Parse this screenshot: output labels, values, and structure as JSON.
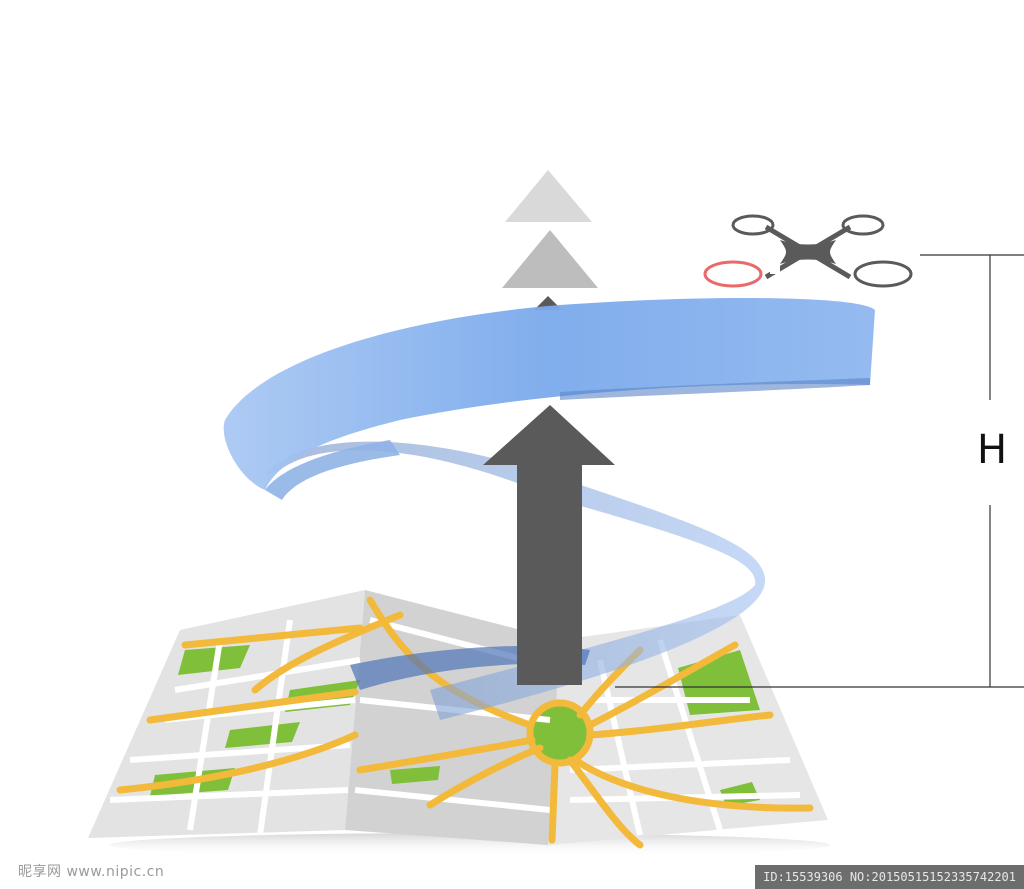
{
  "diagram": {
    "height_label": "H",
    "colors": {
      "ribbon": "#7aa9ec",
      "arrow": "#5a5a5a",
      "chevron_light": "#d9d9d9",
      "chevron_mid": "#bdbdbd",
      "map_paper": "#dcdcdc",
      "map_road": "#f3b93b",
      "map_park": "#7fbf3a",
      "drone_body": "#5a5a5a",
      "drone_rotor_highlight": "#e86a6a"
    },
    "icons": [
      "up-chevron-icon",
      "up-arrow-icon",
      "drone-icon",
      "map-icon",
      "spiral-path-icon"
    ]
  },
  "watermark": {
    "left_text": "昵享网 www.nipic.cn",
    "right_text": "ID:15539306 NO:20150515152335742201"
  }
}
